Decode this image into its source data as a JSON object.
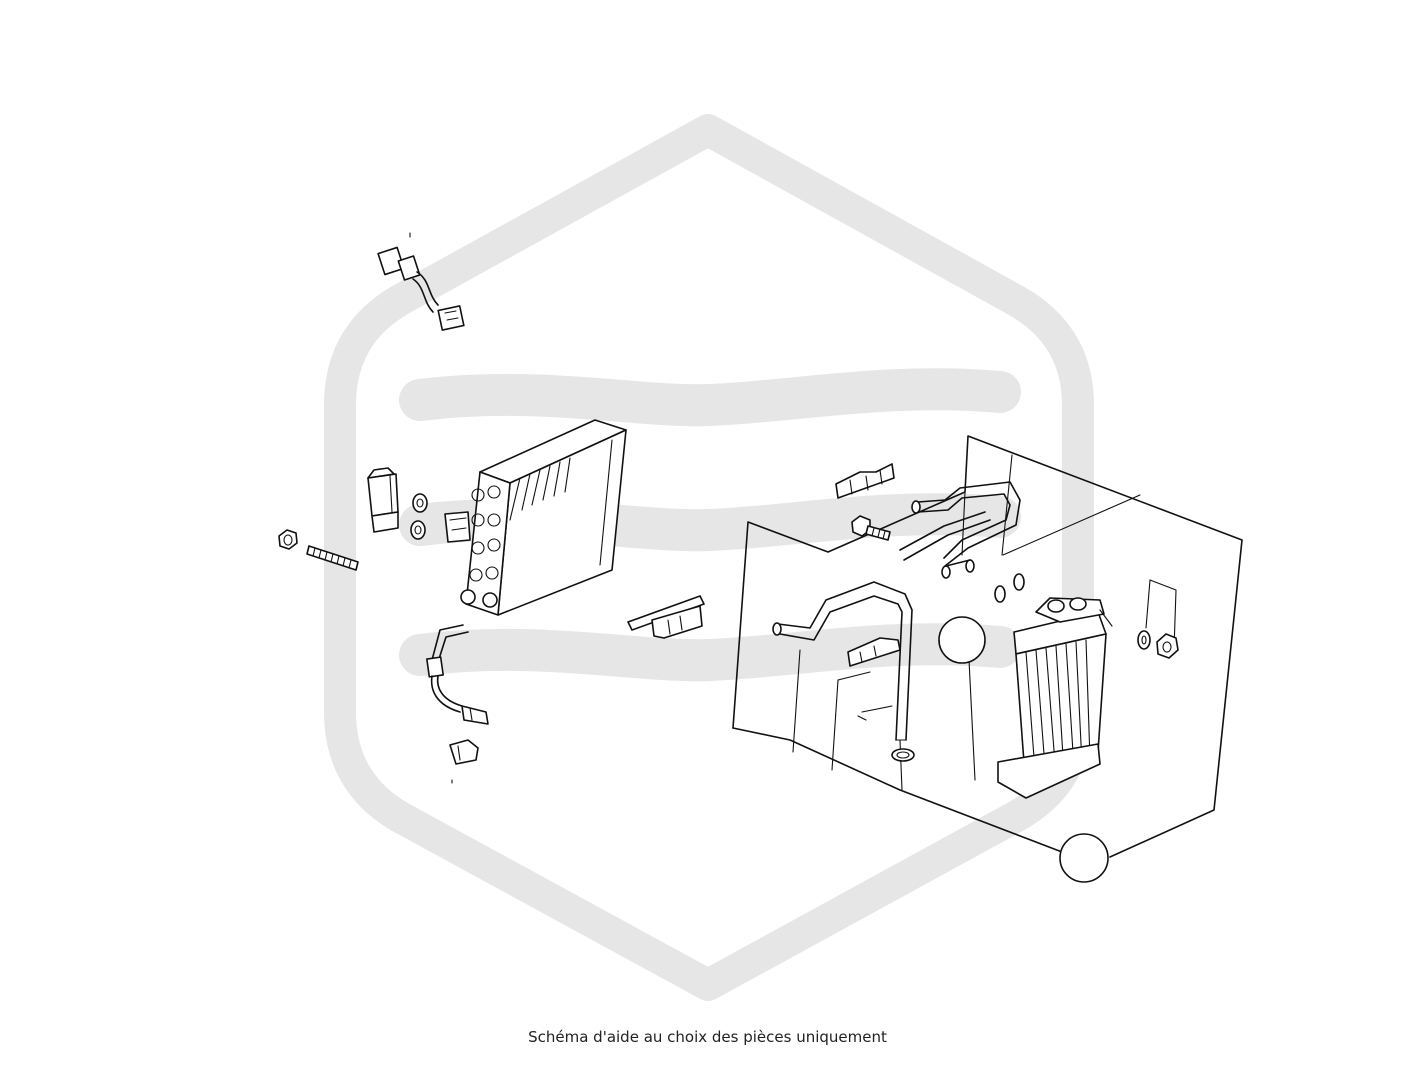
{
  "caption": "Schéma d'aide au choix des pièces uniquement",
  "colors": {
    "background": "#ffffff",
    "line_art": "#111111",
    "watermark": "#e6e6e6",
    "caption_text": "#222222"
  },
  "diagram": {
    "kind": "exploded-parts-view",
    "subject": "evaporator-and-heater-assembly",
    "parts": [
      "wiring-connector-top",
      "expansion-valve",
      "o-rings",
      "nut-left",
      "stud-bolt",
      "evaporator-core",
      "wiring-sensor",
      "clip-small",
      "bracket-middle",
      "heater-housing",
      "mount-bracket",
      "bolt",
      "pipe-assembly",
      "hose-pipe",
      "seal-ring",
      "heater-core",
      "washer-right",
      "nut-right",
      "callout-circle-1",
      "callout-circle-2"
    ]
  }
}
